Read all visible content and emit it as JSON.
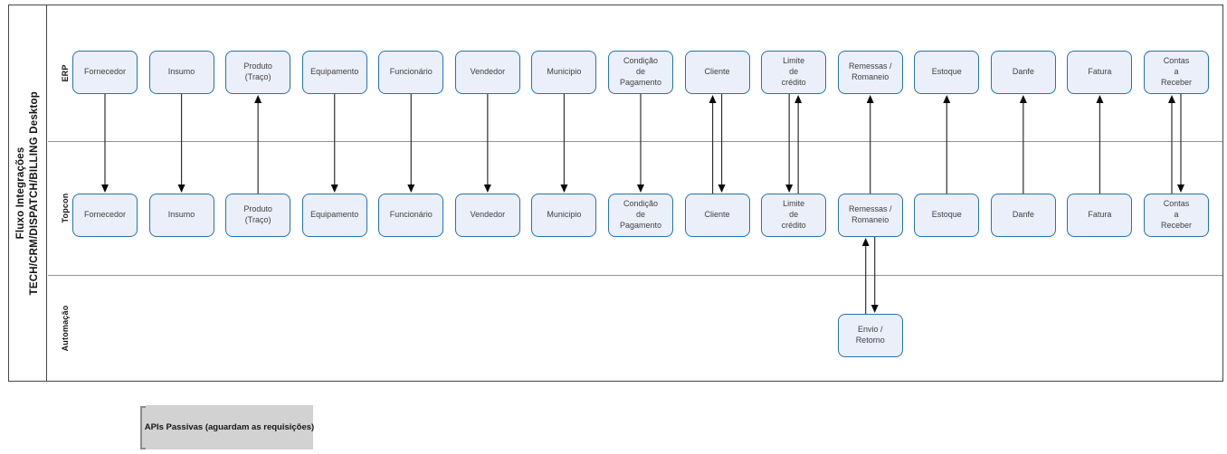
{
  "title": {
    "line1": "Fluxo Integrações",
    "line2": "TECH/CRM/DISPATCH/BILLING Desktop"
  },
  "lanes": [
    {
      "id": "erp",
      "label": "ERP"
    },
    {
      "id": "topcon",
      "label": "Topcon"
    },
    {
      "id": "automacao",
      "label": "Automação"
    }
  ],
  "columns": [
    {
      "label": "Fornecedor",
      "link": "down"
    },
    {
      "label": "Insumo",
      "link": "down"
    },
    {
      "label": "Produto\n(Traço)",
      "link": "up"
    },
    {
      "label": "Equipamento",
      "link": "down"
    },
    {
      "label": "Funcionário",
      "link": "down"
    },
    {
      "label": "Vendedor",
      "link": "down"
    },
    {
      "label": "Municipio",
      "link": "down"
    },
    {
      "label": "Condição\nde\nPagamento",
      "link": "down"
    },
    {
      "label": "Cliente",
      "link": "updown"
    },
    {
      "label": "Limite\nde\ncrédito",
      "link": "downup"
    },
    {
      "label": "Remessas /\nRomaneio",
      "link": "up"
    },
    {
      "label": "Estoque",
      "link": "up"
    },
    {
      "label": "Danfe",
      "link": "up"
    },
    {
      "label": "Fatura",
      "link": "up"
    },
    {
      "label": "Contas\na\nReceber",
      "link": "updown"
    }
  ],
  "automation": {
    "label": "Envio /\nRetorno",
    "column_index": 10,
    "link": "updown"
  },
  "legend": {
    "label": "APIs Passivas (aguardam as requisições)"
  },
  "colors": {
    "box_fill": "#ebeffa",
    "box_border": "#2173b5",
    "text": "#404040",
    "line": "#2f2f2f",
    "arrowhead": "#0a0a0a",
    "frame": "#454545",
    "divider": "#949494",
    "legend_fill": "#d2d2d2",
    "legend_border": "#8c8c8c"
  }
}
